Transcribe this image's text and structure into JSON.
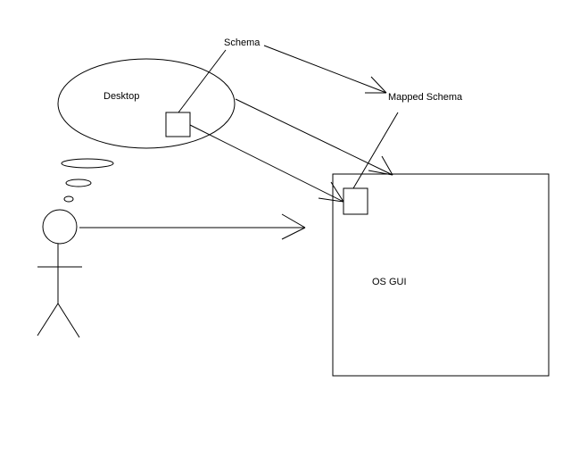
{
  "labels": {
    "desktop": "Desktop",
    "schema": "Schema",
    "mapped_schema": "Mapped Schema",
    "os_gui": "OS GUI"
  },
  "colors": {
    "background": "#ffffff",
    "ink": "#000000"
  }
}
